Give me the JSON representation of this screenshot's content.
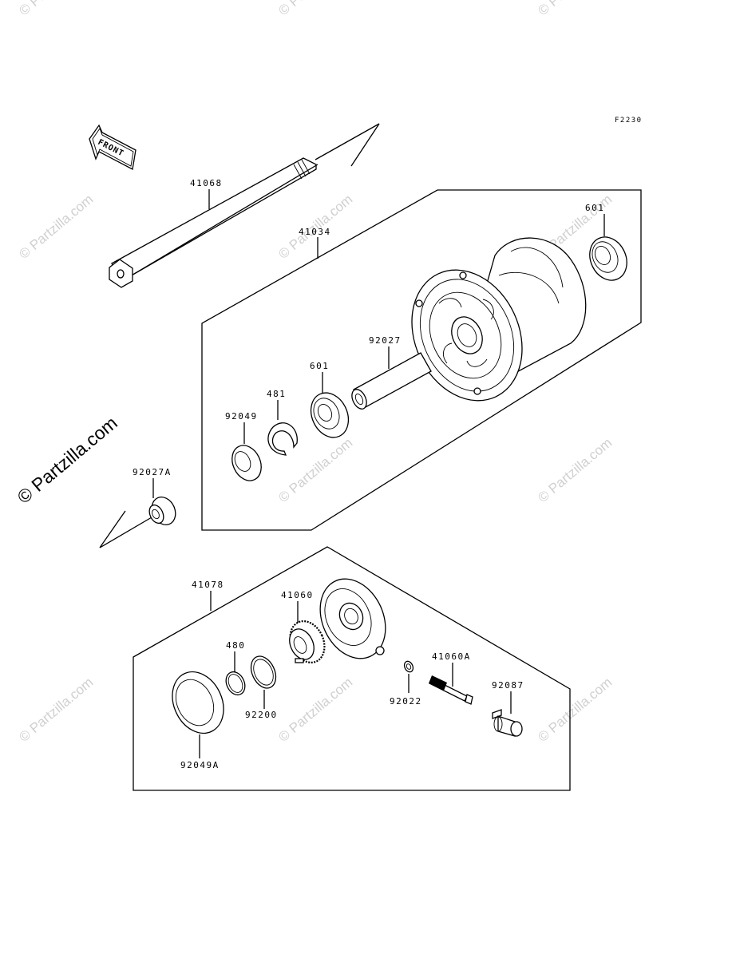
{
  "diagram": {
    "figure_code": "F2230",
    "front_label": "FRONT",
    "side_watermark": "© Partzilla.com",
    "watermark_text": "© Partzilla.com",
    "parts": {
      "axle": "41068",
      "hub_assembly": "41034",
      "bearing_right": "601",
      "bearing_left": "601",
      "spacer": "92027",
      "circlip": "481",
      "oil_seal": "92049",
      "collar": "92027A",
      "gear_housing": "41078",
      "drive_gear": "41060",
      "snap_ring": "480",
      "washer": "92200",
      "housing_seal": "92049A",
      "small_washer": "92022",
      "pinion_gear": "41060A",
      "bushing": "92087"
    }
  }
}
